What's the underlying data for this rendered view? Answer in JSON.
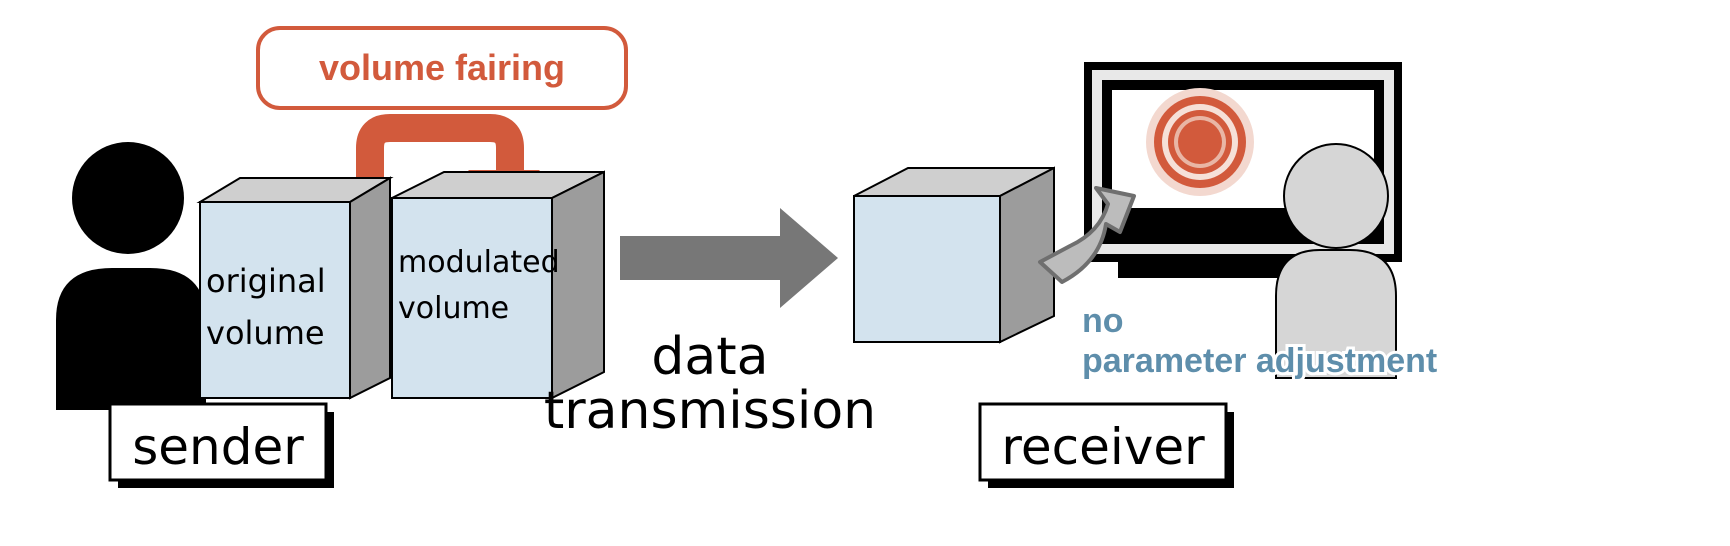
{
  "sender": {
    "label": "sender"
  },
  "receiver": {
    "label": "receiver"
  },
  "fairing": {
    "label": "volume fairing"
  },
  "original_volume": {
    "line1": "original",
    "line2": "volume"
  },
  "modulated_volume": {
    "line1": "modulated",
    "line2": "volume"
  },
  "transmission": {
    "line1": "data",
    "line2": "transmission"
  },
  "no_adjustment": {
    "line1": "no",
    "line2": "parameter adjustment"
  },
  "colors": {
    "accent": "#d25a3c",
    "cube_front": "#d3e3ee",
    "cube_side": "#9c9c9c",
    "cube_top": "#cfcfcf",
    "receiver_person": "#d6d6d6",
    "arrow_gray": "#777777",
    "text_blue": "#5e8eab"
  },
  "icons": {
    "sender": "person-icon",
    "receiver": "person-icon",
    "display": "monitor-icon",
    "rendered_volume": "concentric-rings-icon"
  }
}
